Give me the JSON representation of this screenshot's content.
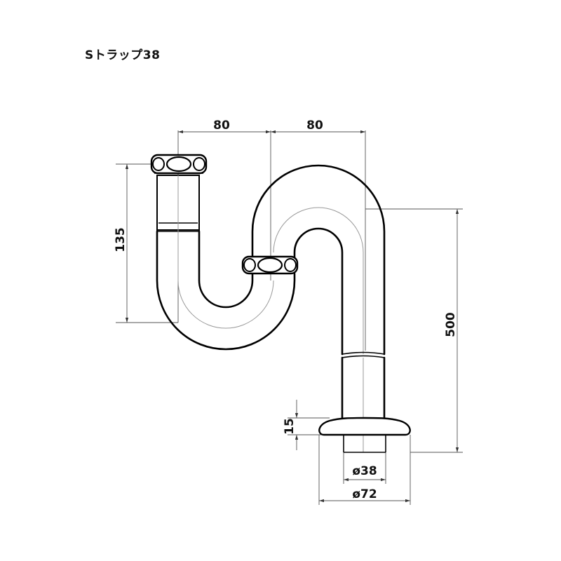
{
  "title": "Sトラップ38",
  "dimensions": {
    "top_left_width": "80",
    "top_right_width": "80",
    "height_left": "135",
    "height_right": "500",
    "flange_height": "15",
    "pipe_diameter": "ø38",
    "flange_diameter": "ø72"
  }
}
